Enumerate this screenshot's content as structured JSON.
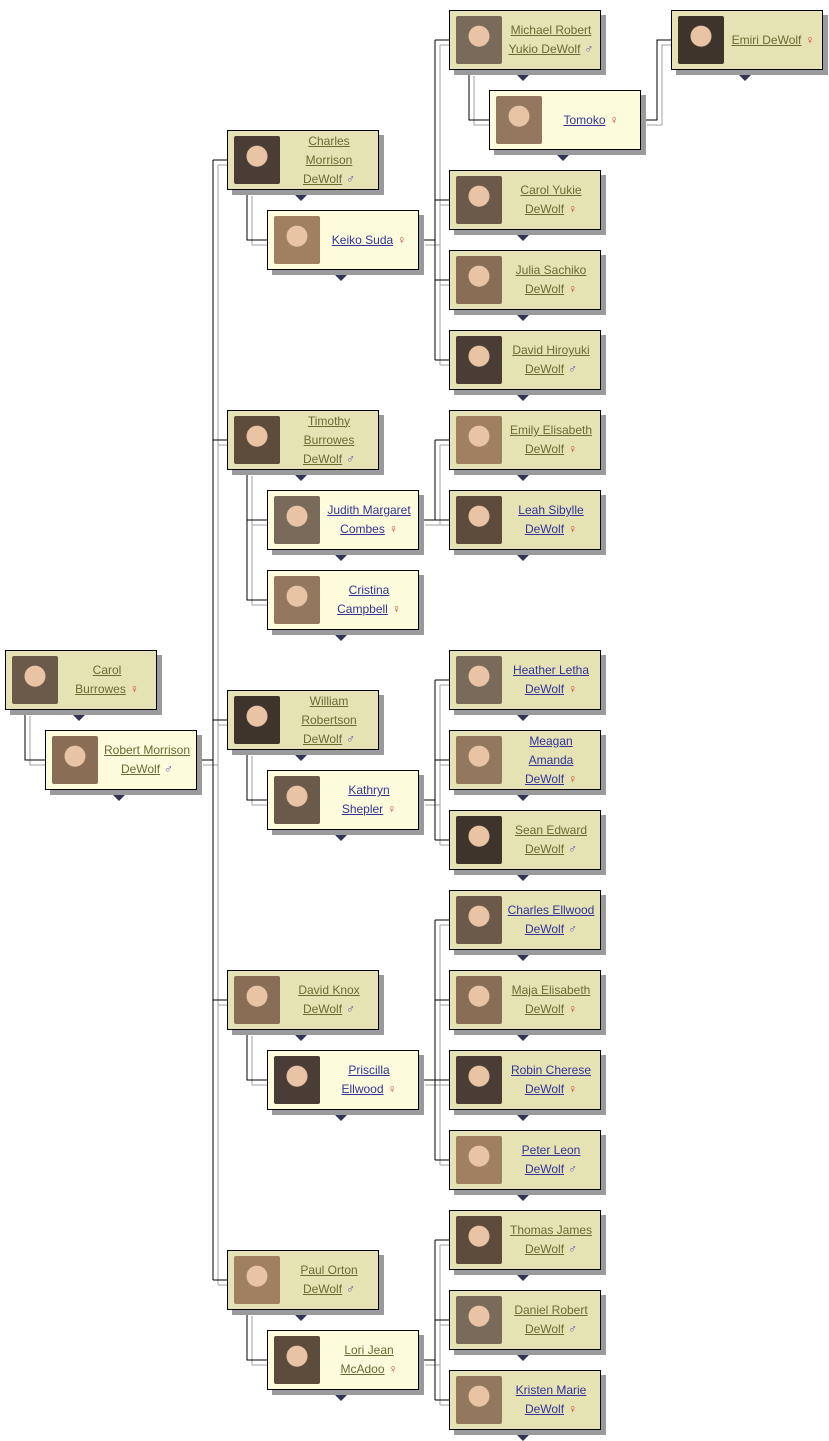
{
  "colors": {
    "blood_bg": "#e5e3b4",
    "spouse_bg": "#fcfcdc",
    "visited_link": "#6b6b33",
    "unvisited_link": "#333399",
    "male": "#5a5ab0",
    "female": "#d04040"
  },
  "symbols": {
    "male": "♂",
    "female": "♀"
  },
  "people": [
    {
      "id": "carol_burrowes",
      "name": "Carol Burrowes",
      "gender": "female",
      "role": "blood",
      "visited": true
    },
    {
      "id": "robert",
      "name": "Robert Morrison DeWolf",
      "gender": "male",
      "role": "spouse",
      "visited": true
    },
    {
      "id": "charles_m",
      "name": "Charles Morrison DeWolf",
      "gender": "male",
      "role": "blood",
      "visited": true
    },
    {
      "id": "keiko",
      "name": "Keiko Suda",
      "gender": "female",
      "role": "spouse",
      "visited": false
    },
    {
      "id": "timothy",
      "name": "Timothy Burrowes DeWolf",
      "gender": "male",
      "role": "blood",
      "visited": true
    },
    {
      "id": "judith",
      "name": "Judith Margaret Combes",
      "gender": "female",
      "role": "spouse",
      "visited": false
    },
    {
      "id": "cristina",
      "name": "Cristina Campbell",
      "gender": "female",
      "role": "spouse",
      "visited": false
    },
    {
      "id": "william",
      "name": "William Robertson DeWolf",
      "gender": "male",
      "role": "blood",
      "visited": true
    },
    {
      "id": "kathryn",
      "name": "Kathryn Shepler",
      "gender": "female",
      "role": "spouse",
      "visited": false
    },
    {
      "id": "david_knox",
      "name": "David Knox DeWolf",
      "gender": "male",
      "role": "blood",
      "visited": true
    },
    {
      "id": "priscilla",
      "name": "Priscilla Ellwood",
      "gender": "female",
      "role": "spouse",
      "visited": false
    },
    {
      "id": "paul",
      "name": "Paul Orton DeWolf",
      "gender": "male",
      "role": "blood",
      "visited": true
    },
    {
      "id": "lori",
      "name": "Lori Jean McAdoo",
      "gender": "female",
      "role": "spouse",
      "visited": true
    },
    {
      "id": "michael",
      "name": "Michael Robert Yukio DeWolf",
      "gender": "male",
      "role": "blood",
      "visited": true
    },
    {
      "id": "tomoko",
      "name": "Tomoko",
      "gender": "female",
      "role": "spouse",
      "visited": false
    },
    {
      "id": "emiri",
      "name": "Emiri DeWolf",
      "gender": "female",
      "role": "blood",
      "visited": true
    },
    {
      "id": "carol_yukie",
      "name": "Carol Yukie DeWolf",
      "gender": "female",
      "role": "blood",
      "visited": true
    },
    {
      "id": "julia",
      "name": "Julia Sachiko DeWolf",
      "gender": "female",
      "role": "blood",
      "visited": true
    },
    {
      "id": "david_h",
      "name": "David Hiroyuki DeWolf",
      "gender": "male",
      "role": "blood",
      "visited": true
    },
    {
      "id": "emily",
      "name": "Emily Elisabeth DeWolf",
      "gender": "female",
      "role": "blood",
      "visited": true
    },
    {
      "id": "leah",
      "name": "Leah Sibylle DeWolf",
      "gender": "female",
      "role": "blood",
      "visited": false
    },
    {
      "id": "heather",
      "name": "Heather Letha DeWolf",
      "gender": "female",
      "role": "blood",
      "visited": false
    },
    {
      "id": "meagan",
      "name": "Meagan Amanda DeWolf",
      "gender": "female",
      "role": "blood",
      "visited": false
    },
    {
      "id": "sean",
      "name": "Sean Edward DeWolf",
      "gender": "male",
      "role": "blood",
      "visited": true
    },
    {
      "id": "charles_e",
      "name": "Charles Ellwood DeWolf",
      "gender": "male",
      "role": "blood",
      "visited": false
    },
    {
      "id": "maja",
      "name": "Maja Elisabeth DeWolf",
      "gender": "female",
      "role": "blood",
      "visited": true
    },
    {
      "id": "robin",
      "name": "Robin Cherese DeWolf",
      "gender": "female",
      "role": "blood",
      "visited": false
    },
    {
      "id": "peter",
      "name": "Peter Leon DeWolf",
      "gender": "male",
      "role": "blood",
      "visited": false
    },
    {
      "id": "thomas",
      "name": "Thomas James DeWolf",
      "gender": "male",
      "role": "blood",
      "visited": true
    },
    {
      "id": "daniel",
      "name": "Daniel Robert DeWolf",
      "gender": "male",
      "role": "blood",
      "visited": true
    },
    {
      "id": "kristen",
      "name": "Kristen Marie DeWolf",
      "gender": "female",
      "role": "blood",
      "visited": false
    }
  ]
}
